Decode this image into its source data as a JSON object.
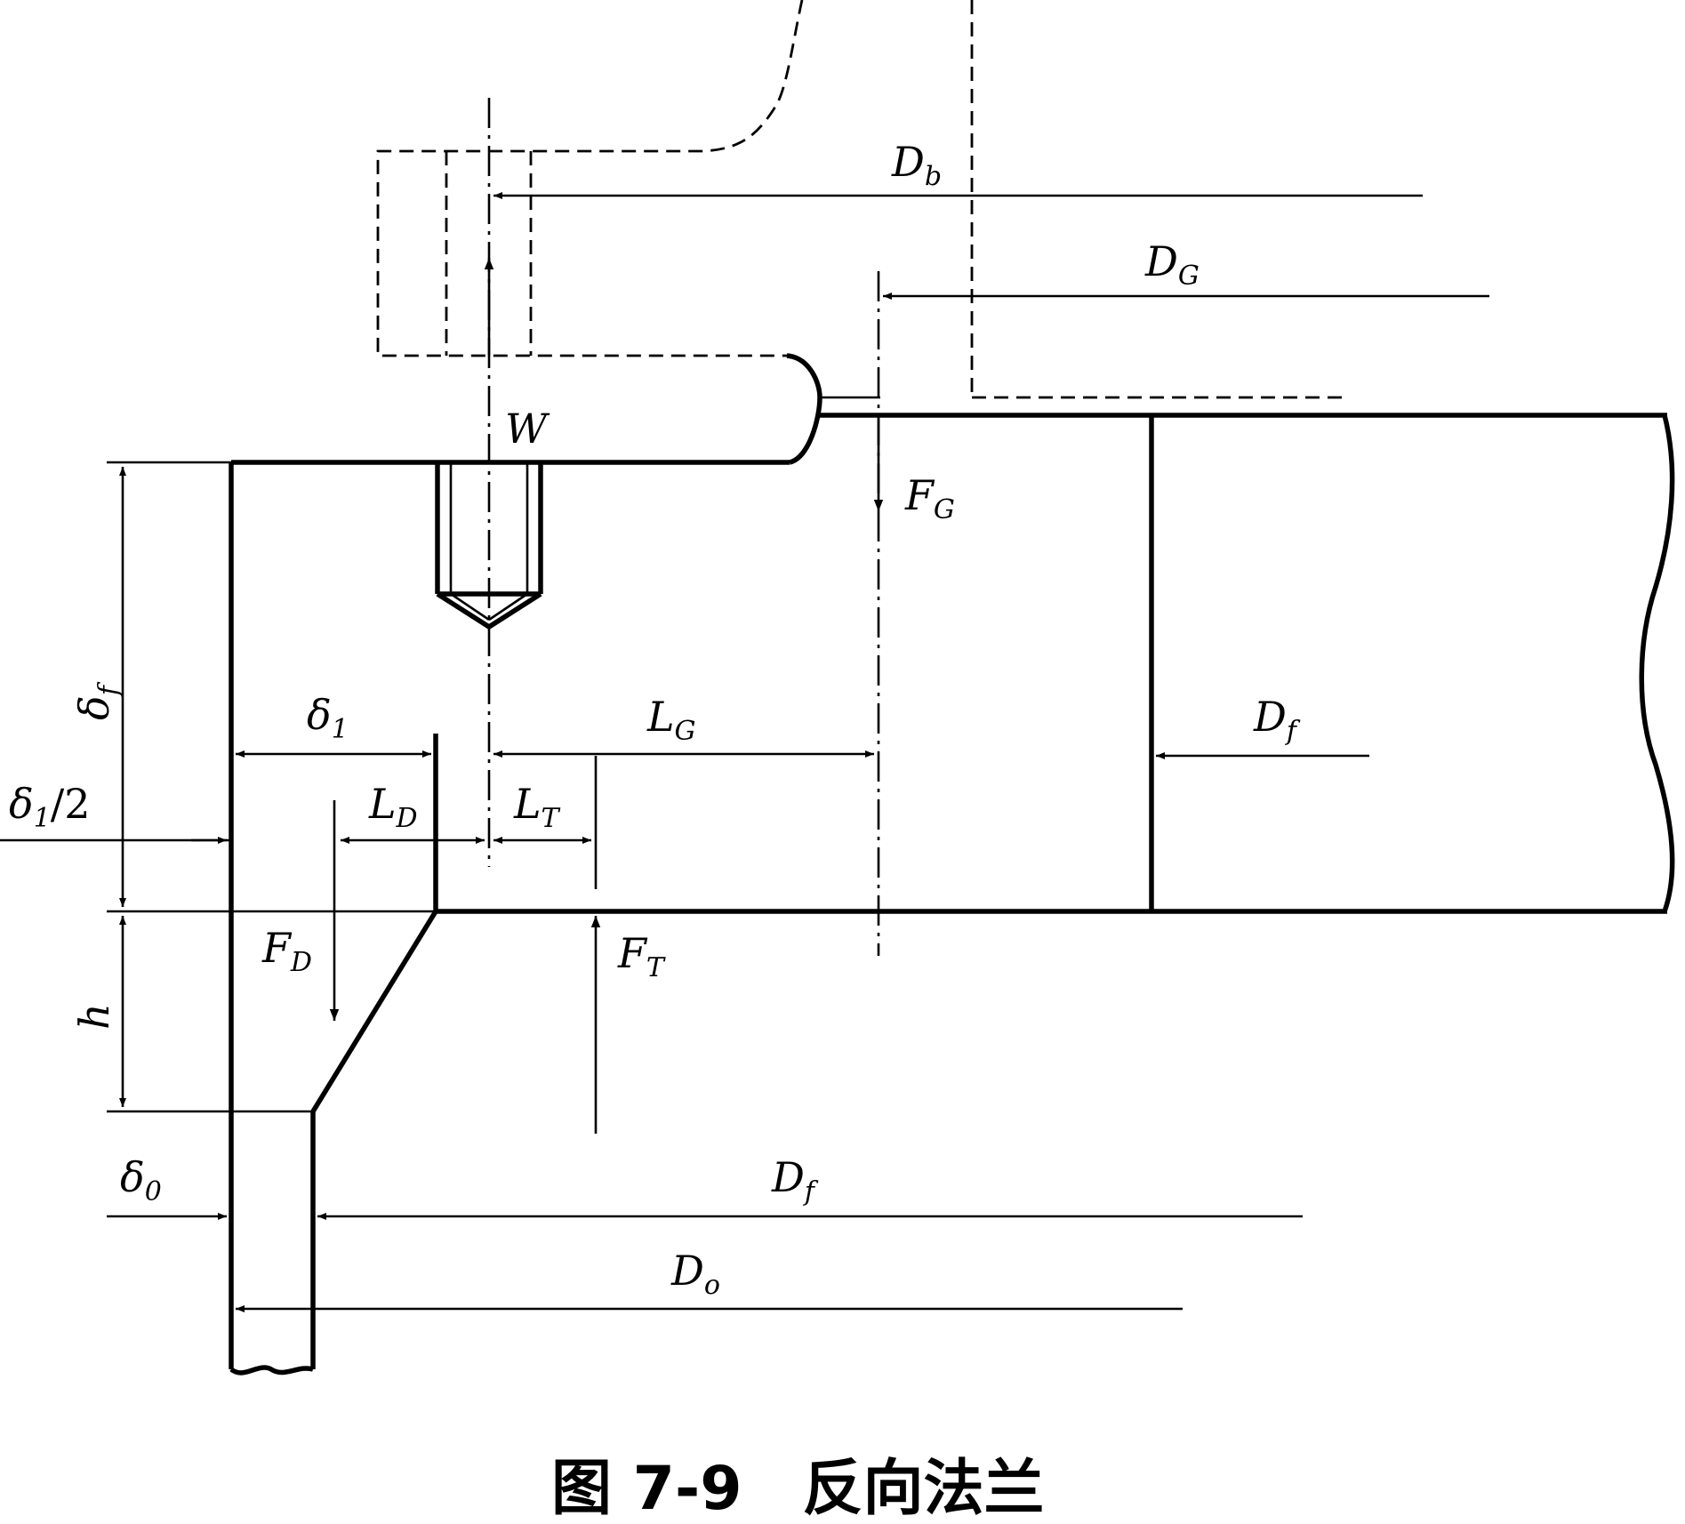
{
  "labels": {
    "Db": {
      "main": "D",
      "sub": "b"
    },
    "DG": {
      "main": "D",
      "sub": "G"
    },
    "W": {
      "main": "W"
    },
    "FG": {
      "main": "F",
      "sub": "G"
    },
    "delta_f": {
      "main": "δ",
      "sub": "f"
    },
    "delta_1": {
      "main": "δ",
      "sub": "1"
    },
    "LG": {
      "main": "L",
      "sub": "G"
    },
    "Df_top": {
      "main": "D",
      "sub": "f"
    },
    "delta_1_half": {
      "main": "δ",
      "sub": "1",
      "suffix": "/2"
    },
    "LD": {
      "main": "L",
      "sub": "D"
    },
    "LT": {
      "main": "L",
      "sub": "T"
    },
    "FD": {
      "main": "F",
      "sub": "D"
    },
    "FT": {
      "main": "F",
      "sub": "T"
    },
    "h": {
      "main": "h"
    },
    "delta_0": {
      "main": "δ",
      "sub": "0"
    },
    "Df_bottom": {
      "main": "D",
      "sub": "f"
    },
    "Do": {
      "main": "D",
      "sub": "o"
    }
  },
  "caption": "图 7-9　反向法兰"
}
